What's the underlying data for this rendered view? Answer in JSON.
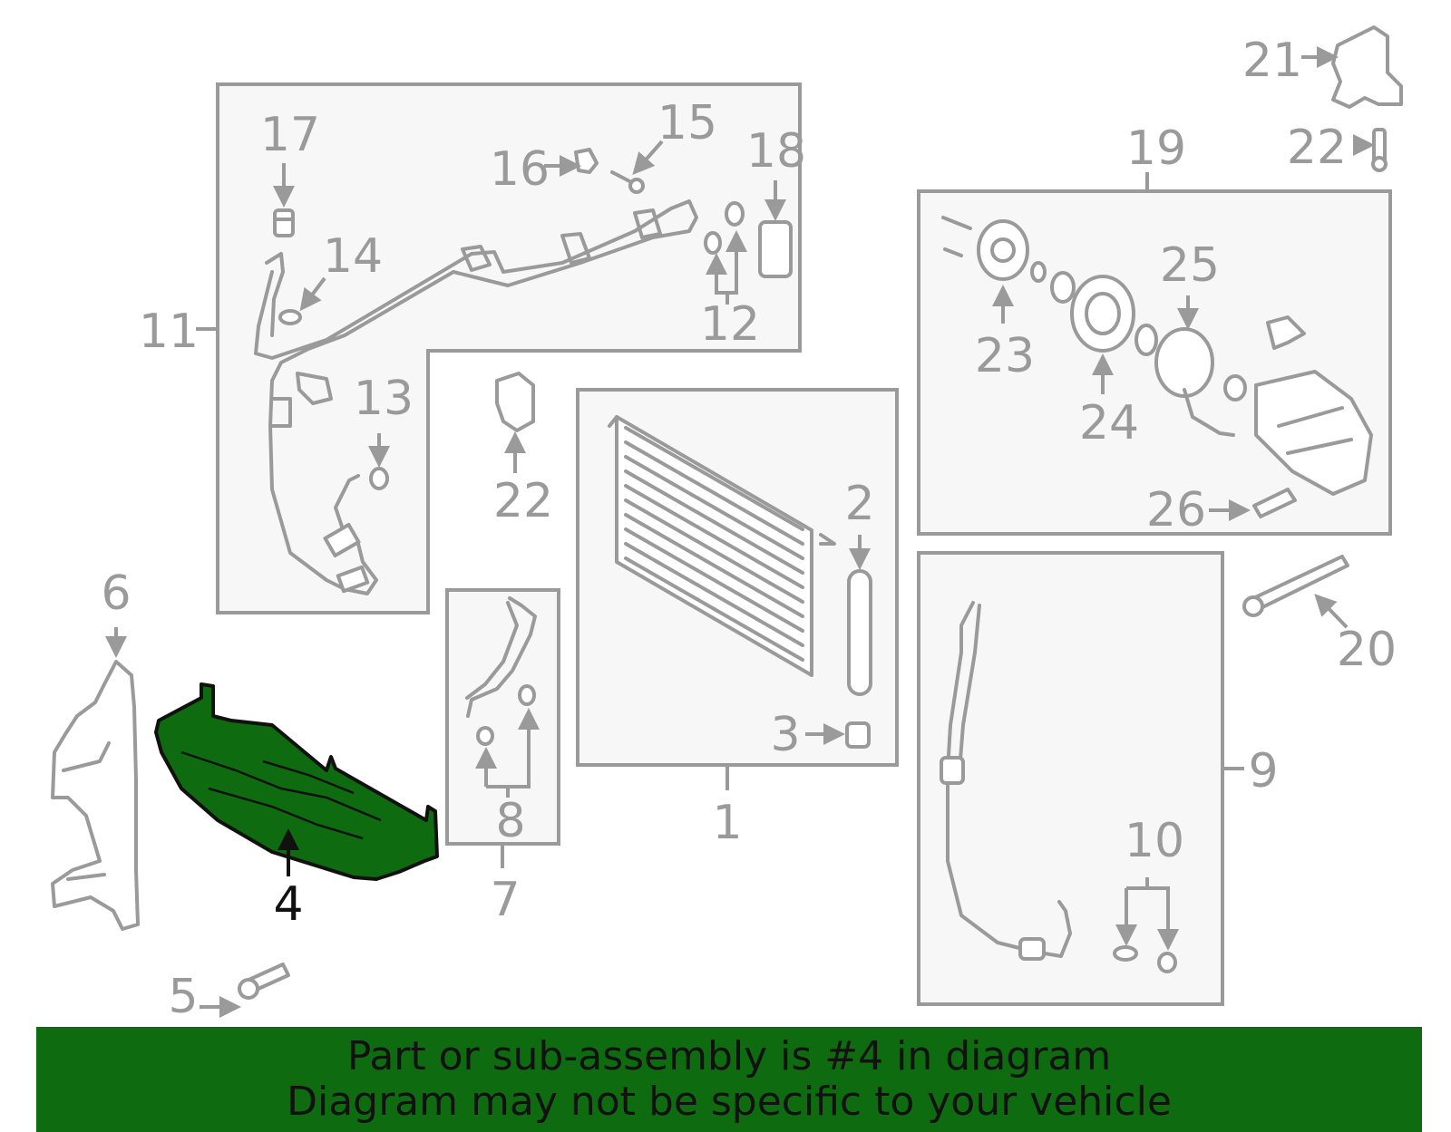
{
  "diagram": {
    "highlighted_part": "4",
    "highlight_color": "#0f6b0f",
    "line_color": "#9a9a9a",
    "callouts": {
      "c1": "1",
      "c2": "2",
      "c3": "3",
      "c4": "4",
      "c5": "5",
      "c6": "6",
      "c7": "7",
      "c8": "8",
      "c9": "9",
      "c10": "10",
      "c11": "11",
      "c12": "12",
      "c13": "13",
      "c14": "14",
      "c15": "15",
      "c16": "16",
      "c17": "17",
      "c18": "18",
      "c19": "19",
      "c20": "20",
      "c21": "21",
      "c22a": "22",
      "c22b": "22",
      "c23": "23",
      "c24": "24",
      "c25": "25",
      "c26": "26"
    }
  },
  "banner": {
    "line1": "Part or sub-assembly is #4 in diagram",
    "line2": "Diagram may not be specific to your vehicle"
  }
}
